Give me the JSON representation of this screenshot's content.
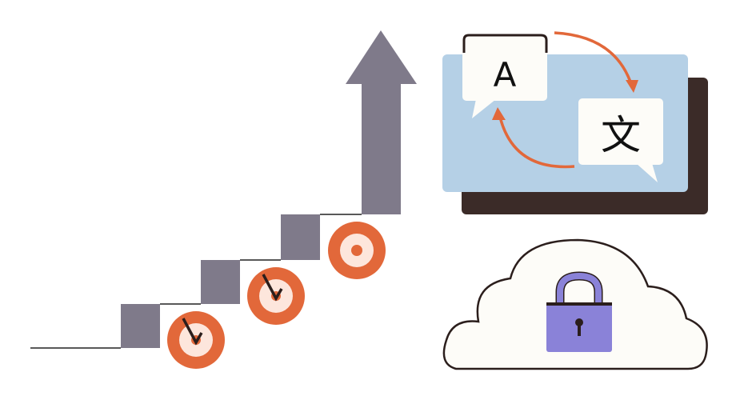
{
  "translation": {
    "source_letter": "A",
    "target_letter": "文"
  },
  "colors": {
    "step_gray": "#7f7a8a",
    "orange": "#e2683a",
    "cream": "#fde6dc",
    "blue_panel": "#b5d0e6",
    "dark_shadow": "#3b2b28",
    "lock_purple": "#8a82d8",
    "cloud_fill": "#fdfcf8"
  },
  "icons": [
    "growth-stairs-arrow",
    "target-check",
    "target",
    "translate-icon",
    "cloud-lock-icon"
  ]
}
